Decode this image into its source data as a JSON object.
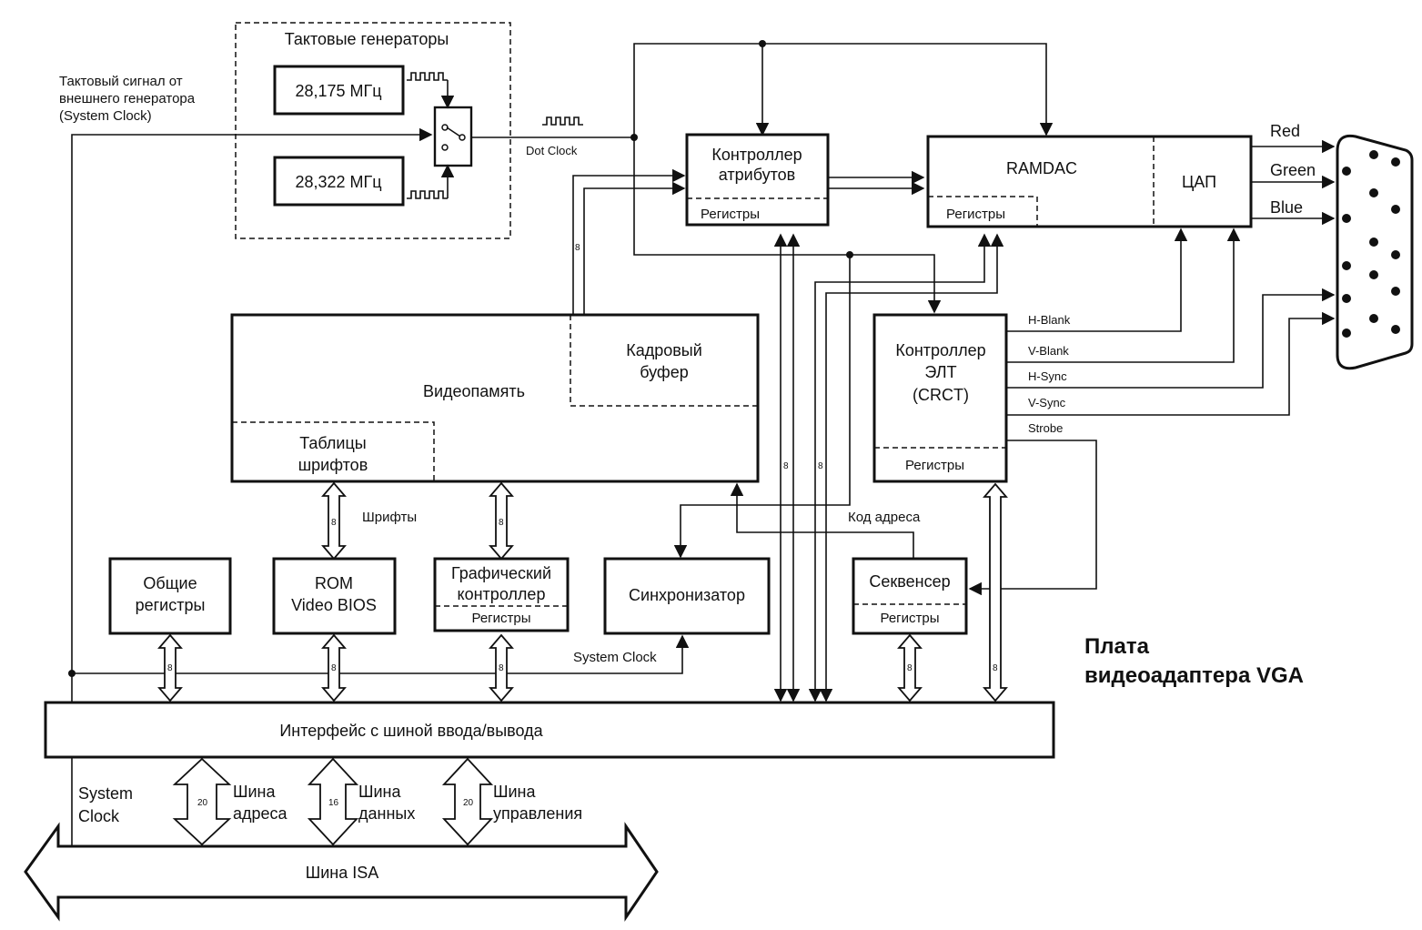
{
  "diagram": {
    "clock_group": {
      "title": "Тактовые генераторы",
      "osc1": "28,175 МГц",
      "osc2": "28,322 МГц"
    },
    "external_clock_note": [
      "Тактовый сигнал от",
      "внешнего генератора",
      "(System Clock)"
    ],
    "dot_clock": "Dot Clock",
    "attr_controller": {
      "lines": [
        "Контроллер",
        "атрибутов"
      ],
      "registers": "Регистры"
    },
    "ramdac": {
      "label": "RAMDAC",
      "dac": "ЦАП",
      "registers": "Регистры"
    },
    "rgb": [
      "Red",
      "Green",
      "Blue"
    ],
    "video_memory": {
      "label": "Видеопамять",
      "frame_buffer": [
        "Кадровый",
        "буфер"
      ],
      "font_tables": [
        "Таблицы",
        "шрифтов"
      ]
    },
    "crt_controller": {
      "lines": [
        "Контроллер",
        "ЭЛТ",
        "(CRCT)"
      ],
      "registers": "Регистры"
    },
    "signals": [
      "H-Blank",
      "V-Blank",
      "H-Sync",
      "V-Sync",
      "Strobe"
    ],
    "general_registers": [
      "Общие",
      "регистры"
    ],
    "rom": [
      "ROM",
      "Video BIOS"
    ],
    "graphics_controller": {
      "lines": [
        "Графический",
        "контроллер"
      ],
      "registers": "Регистры"
    },
    "synchronizer": "Синхронизатор",
    "sequencer": {
      "label": "Секвенсер",
      "registers": "Регистры"
    },
    "fonts_label": "Шрифты",
    "address_code": "Код адреса",
    "system_clock_inner": "System Clock",
    "board_title": [
      "Плата",
      "видеоадаптера VGA"
    ],
    "io_interface": "Интерфейс с шиной ввода/вывода",
    "system_clock_outer": [
      "System",
      "Clock"
    ],
    "address_bus": [
      "Шина",
      "адреса"
    ],
    "data_bus": [
      "Шина",
      "данных"
    ],
    "control_bus": [
      "Шина",
      "управления"
    ],
    "isa_bus": "Шина ISA",
    "widths": {
      "w8": "8",
      "addr": "20",
      "data": "16",
      "ctrl": "20"
    }
  }
}
